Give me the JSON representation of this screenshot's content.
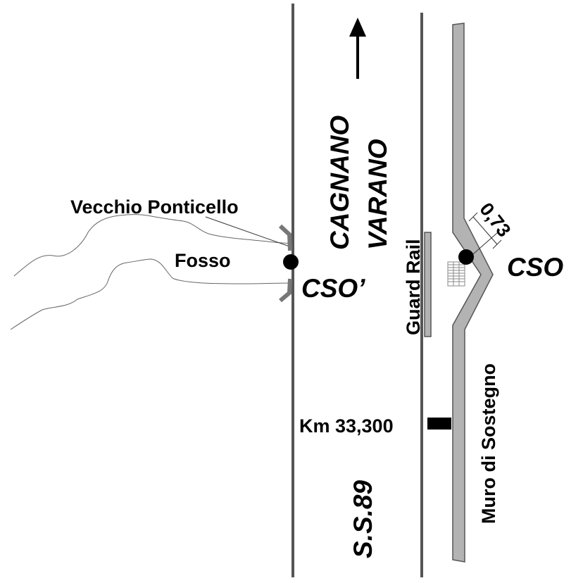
{
  "labels": {
    "vecchio_ponticello": "Vecchio Ponticello",
    "fosso": "Fosso",
    "cso_prime": "CSO’",
    "cso": "CSO",
    "cagnano": "CAGNANO",
    "varano": "VARANO",
    "guard_rail": "Guard Rail",
    "measure": "0,73",
    "km": "Km 33,300",
    "road": "S.S.89",
    "muro": "Muro di Sostegno"
  },
  "colors": {
    "road_line": "#555555",
    "wall_fill": "#b3b3b3",
    "wall_stroke": "#555555",
    "stream_line": "#666666",
    "point": "#000000"
  }
}
